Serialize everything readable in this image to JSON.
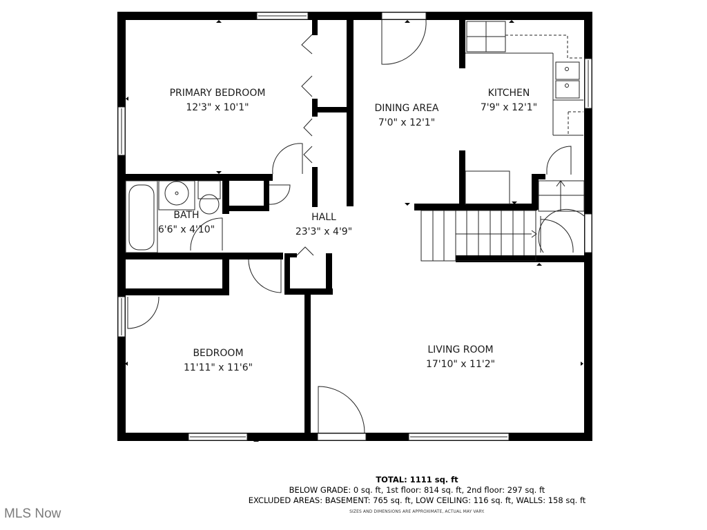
{
  "floorplan": {
    "rooms": [
      {
        "id": "primary-bedroom",
        "name": "PRIMARY BEDROOM",
        "dimensions": "12'3\" x 10'1\""
      },
      {
        "id": "dining-area",
        "name": "DINING AREA",
        "dimensions": "7'0\" x 12'1\""
      },
      {
        "id": "kitchen",
        "name": "KITCHEN",
        "dimensions": "7'9\" x 12'1\""
      },
      {
        "id": "bath",
        "name": "BATH",
        "dimensions": "6'6\" x 4'10\""
      },
      {
        "id": "hall",
        "name": "HALL",
        "dimensions": "23'3\" x 4'9\""
      },
      {
        "id": "bedroom",
        "name": "BEDROOM",
        "dimensions": "11'11\" x 11'6\""
      },
      {
        "id": "living-room",
        "name": "LIVING ROOM",
        "dimensions": "17'10\" x 11'2\""
      }
    ],
    "colors": {
      "wall": "#000000",
      "line": "#222222",
      "background": "#ffffff"
    }
  },
  "summary": {
    "total": "TOTAL: 1111 sq. ft",
    "grade_line": "BELOW GRADE: 0 sq. ft, 1st floor: 814 sq. ft, 2nd floor: 297 sq. ft",
    "excluded_line": "EXCLUDED AREAS: BASEMENT: 765 sq. ft, LOW CEILING: 116 sq. ft, WALLS: 158 sq. ft",
    "disclaimer": "SIZES AND DIMENSIONS ARE APPROXIMATE, ACTUAL MAY VARY."
  },
  "brand": {
    "watermark": "MLS Now"
  }
}
